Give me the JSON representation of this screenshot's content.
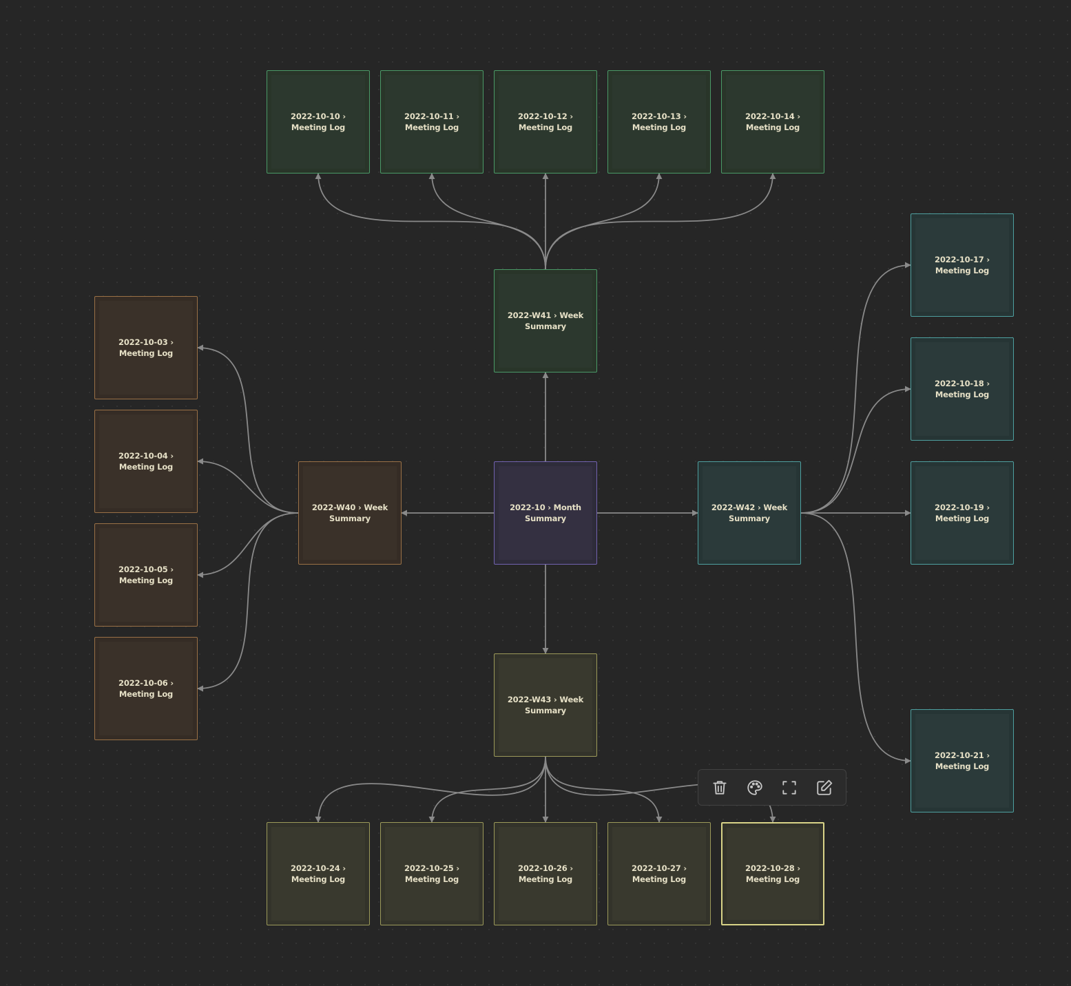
{
  "canvas": {
    "nodes": [
      {
        "id": "w41d1",
        "label": "2022-10-10 › Meeting Log",
        "color": "green"
      },
      {
        "id": "w41d2",
        "label": "2022-10-11 › Meeting Log",
        "color": "green"
      },
      {
        "id": "w41d3",
        "label": "2022-10-12 › Meeting Log",
        "color": "green"
      },
      {
        "id": "w41d4",
        "label": "2022-10-13 › Meeting Log",
        "color": "green"
      },
      {
        "id": "w41d5",
        "label": "2022-10-14 › Meeting Log",
        "color": "green"
      },
      {
        "id": "w41",
        "label": "2022-W41 › Week Summary",
        "color": "green"
      },
      {
        "id": "w40d1",
        "label": "2022-10-03 › Meeting Log",
        "color": "brown"
      },
      {
        "id": "w40d2",
        "label": "2022-10-04 › Meeting Log",
        "color": "brown"
      },
      {
        "id": "w40d3",
        "label": "2022-10-05 › Meeting Log",
        "color": "brown"
      },
      {
        "id": "w40d4",
        "label": "2022-10-06 › Meeting Log",
        "color": "brown"
      },
      {
        "id": "w40",
        "label": "2022-W40 › Week Summary",
        "color": "brown"
      },
      {
        "id": "month",
        "label": "2022-10 › Month Summary",
        "color": "purple"
      },
      {
        "id": "w42",
        "label": "2022-W42 › Week Summary",
        "color": "teal"
      },
      {
        "id": "w42d1",
        "label": "2022-10-17 › Meeting Log",
        "color": "teal"
      },
      {
        "id": "w42d2",
        "label": "2022-10-18 › Meeting Log",
        "color": "teal"
      },
      {
        "id": "w42d3",
        "label": "2022-10-19 › Meeting Log",
        "color": "teal"
      },
      {
        "id": "w42d5",
        "label": "2022-10-21 › Meeting Log",
        "color": "teal"
      },
      {
        "id": "w43",
        "label": "2022-W43 › Week Summary",
        "color": "olive"
      },
      {
        "id": "w43d1",
        "label": "2022-10-24 › Meeting Log",
        "color": "olive"
      },
      {
        "id": "w43d2",
        "label": "2022-10-25 › Meeting Log",
        "color": "olive"
      },
      {
        "id": "w43d3",
        "label": "2022-10-26 › Meeting Log",
        "color": "olive"
      },
      {
        "id": "w43d4",
        "label": "2022-10-27 › Meeting Log",
        "color": "olive"
      },
      {
        "id": "w43d5",
        "label": "2022-10-28 › Meeting Log",
        "color": "olive",
        "selected": true
      }
    ],
    "edges": [
      {
        "from": "month",
        "to": "w41"
      },
      {
        "from": "month",
        "to": "w40"
      },
      {
        "from": "month",
        "to": "w42"
      },
      {
        "from": "month",
        "to": "w43"
      },
      {
        "from": "w41",
        "to": "w41d1"
      },
      {
        "from": "w41",
        "to": "w41d2"
      },
      {
        "from": "w41",
        "to": "w41d3"
      },
      {
        "from": "w41",
        "to": "w41d4"
      },
      {
        "from": "w41",
        "to": "w41d5"
      },
      {
        "from": "w40",
        "to": "w40d1"
      },
      {
        "from": "w40",
        "to": "w40d2"
      },
      {
        "from": "w40",
        "to": "w40d3"
      },
      {
        "from": "w40",
        "to": "w40d4"
      },
      {
        "from": "w42",
        "to": "w42d1"
      },
      {
        "from": "w42",
        "to": "w42d2"
      },
      {
        "from": "w42",
        "to": "w42d3"
      },
      {
        "from": "w42",
        "to": "w42d5"
      },
      {
        "from": "w43",
        "to": "w43d1"
      },
      {
        "from": "w43",
        "to": "w43d2"
      },
      {
        "from": "w43",
        "to": "w43d3"
      },
      {
        "from": "w43",
        "to": "w43d4"
      },
      {
        "from": "w43",
        "to": "w43d5"
      }
    ]
  },
  "colors": {
    "background": "#262626",
    "edge": "#8a8a8a",
    "green": "#4a9a67",
    "brown": "#9a7146",
    "teal": "#4ea0a0",
    "purple": "#7262b0",
    "olive": "#9c9a5a",
    "selected": "#d9d488",
    "text": "#e6e0c6"
  },
  "toolbar": {
    "buttons": [
      {
        "name": "delete-button",
        "icon": "trash-icon"
      },
      {
        "name": "color-button",
        "icon": "palette-icon"
      },
      {
        "name": "zoom-to-selection-button",
        "icon": "focus-frame-icon"
      },
      {
        "name": "edit-button",
        "icon": "edit-icon"
      }
    ]
  }
}
